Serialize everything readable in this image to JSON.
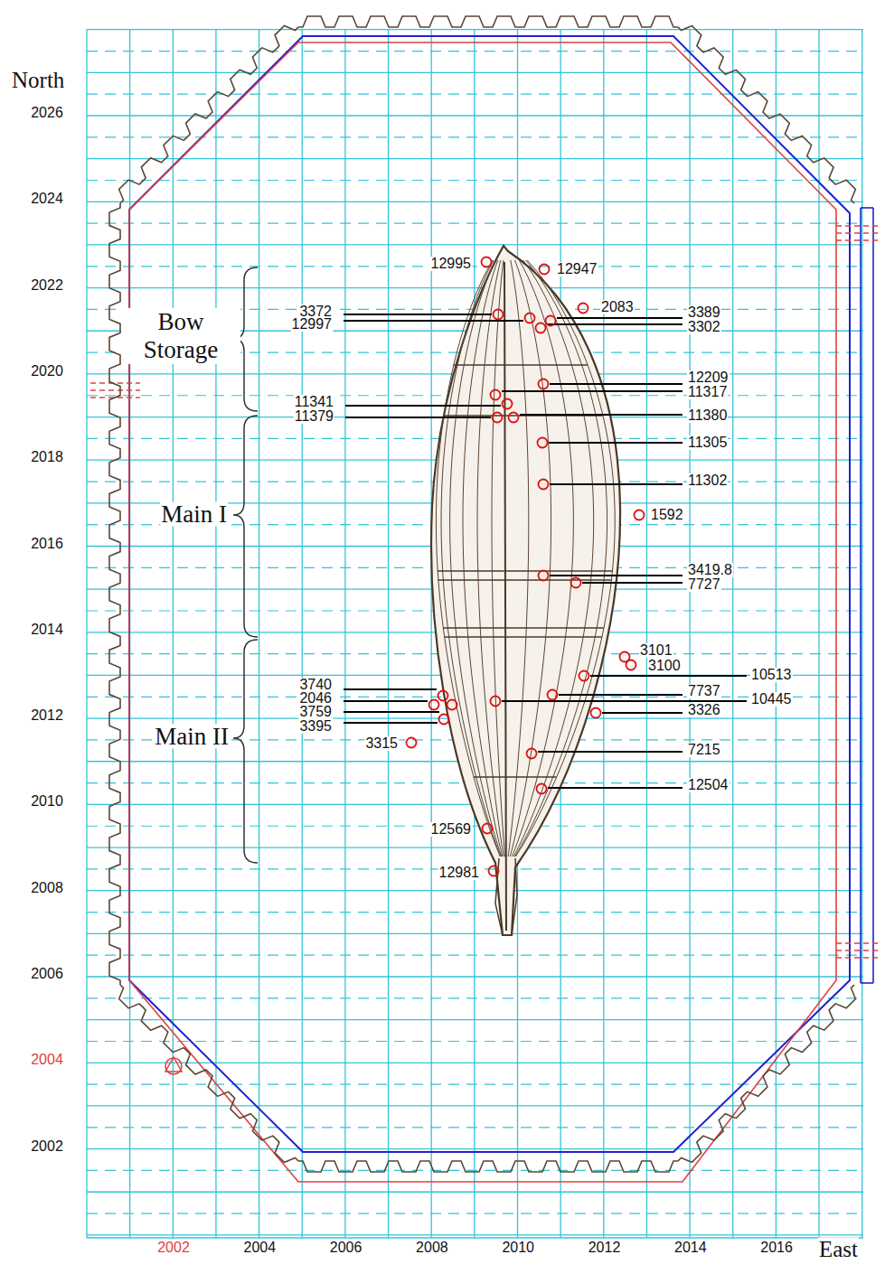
{
  "diagram": {
    "labels": [
      "North",
      "2026",
      "2024",
      "2022",
      "2020",
      "2018",
      "2016",
      "2014",
      "2012",
      "2010",
      "2008",
      "2006",
      "2004",
      "2002",
      "Bow Storage",
      "Main I",
      "Main II",
      "12995",
      "12947",
      "3372",
      "12997",
      "2083",
      "3389",
      "3302",
      "12209",
      "11317",
      "11341",
      "11379",
      "11380",
      "11305",
      "11302",
      "1592",
      "3419.8",
      "7727",
      "3101",
      "3100",
      "10513",
      "3740",
      "7737",
      "10445",
      "2046",
      "3326",
      "3759",
      "3395",
      "3315",
      "7215",
      "12504",
      "12569",
      "12981",
      "2002",
      "2004",
      "2006",
      "2008",
      "2010",
      "2012",
      "2014",
      "2016",
      "East"
    ]
  }
}
